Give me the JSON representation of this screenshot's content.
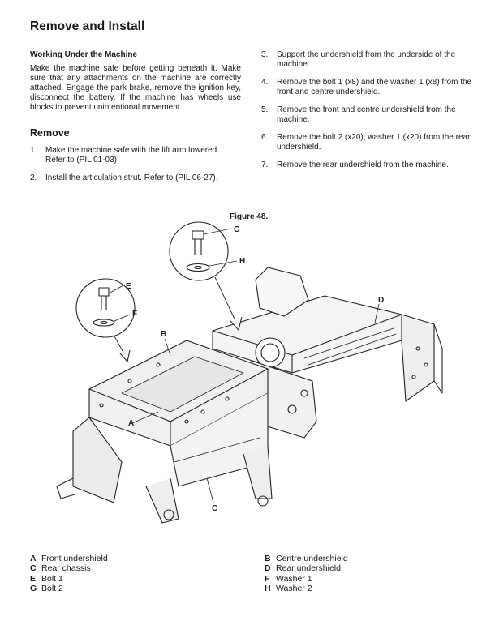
{
  "title": "Remove and Install",
  "working": {
    "heading": "Working Under the Machine",
    "text": "Make the machine safe before getting beneath it. Make sure that any attachments on the machine are correctly attached. Engage the park brake, remove the ignition key, disconnect the battery. If the machine has wheels use blocks to prevent unintentional movement."
  },
  "remove": {
    "heading": "Remove",
    "steps": [
      {
        "num": "1.",
        "text": "Make the machine safe with the lift arm lowered. Refer to (PIL 01-03)."
      },
      {
        "num": "2.",
        "text": "Install the articulation strut. Refer to (PIL 06-27)."
      },
      {
        "num": "3.",
        "text": "Support the undershield from the underside of the machine."
      },
      {
        "num": "4.",
        "text": "Remove the bolt 1 (x8) and the washer 1 (x8) from the front and centre undershield."
      },
      {
        "num": "5.",
        "text": "Remove the front and centre undershield from the machine."
      },
      {
        "num": "6.",
        "text": "Remove the bolt 2 (x20), washer 1 (x20) from the rear undershield."
      },
      {
        "num": "7.",
        "text": "Remove the rear undershield from the machine."
      }
    ]
  },
  "figure": {
    "caption": "Figure 48.",
    "callouts": {
      "A": "A",
      "B": "B",
      "C": "C",
      "D": "D",
      "E": "E",
      "F": "F",
      "G": "G",
      "H": "H"
    }
  },
  "legend": [
    {
      "key": "A",
      "label": "Front undershield"
    },
    {
      "key": "C",
      "label": "Rear chassis"
    },
    {
      "key": "E",
      "label": "Bolt 1"
    },
    {
      "key": "G",
      "label": "Bolt 2"
    },
    {
      "key": "B",
      "label": "Centre undershield"
    },
    {
      "key": "D",
      "label": "Rear undershield"
    },
    {
      "key": "F",
      "label": "Washer 1"
    },
    {
      "key": "H",
      "label": "Washer 2"
    }
  ]
}
